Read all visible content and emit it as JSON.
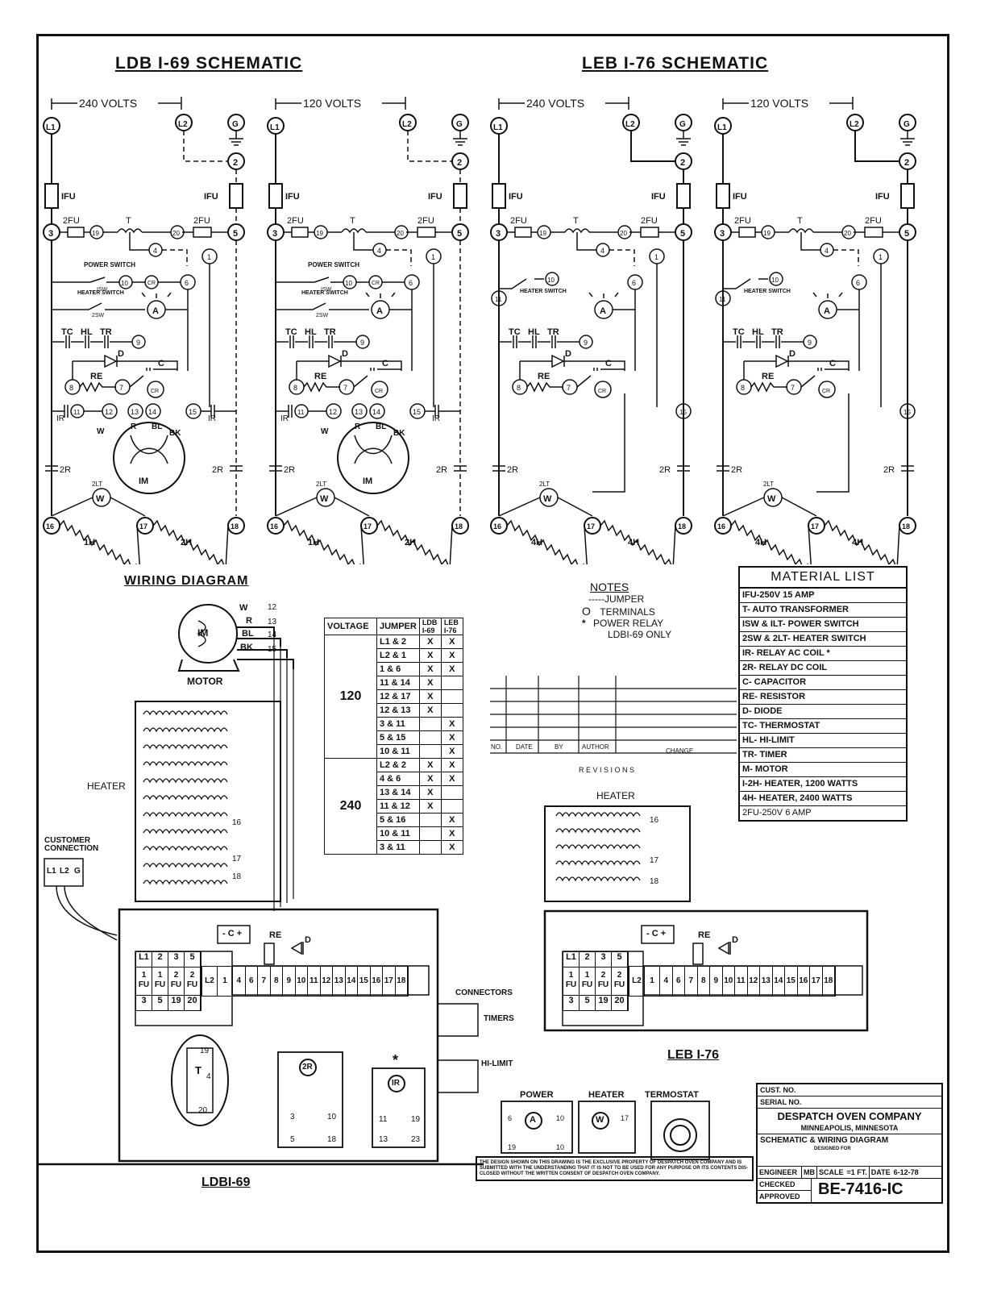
{
  "titles": {
    "ldb_schematic": "LDB I-69 SCHEMATIC",
    "leb_schematic": "LEB I-76 SCHEMATIC",
    "wiring_diagram": "WIRING DIAGRAM",
    "ldb_label": "LDBI-69",
    "leb_label": "LEB I-76"
  },
  "schematic_voltages": [
    "240 VOLTS",
    "120 VOLTS",
    "240 VOLTS",
    "120 VOLTS"
  ],
  "schematic_labels": {
    "l1": "L1",
    "l2": "L2",
    "g": "G",
    "ifu": "IFU",
    "twofu": "2FU",
    "t": "T",
    "power_switch": "POWER SWITCH",
    "heater_switch": "HEATER SWITCH",
    "isw": "ISW",
    "tsw": "2SW",
    "a": "A",
    "w": "W",
    "cr": "CR",
    "tc": "TC",
    "hl": "HL",
    "tr": "TR",
    "d": "D",
    "c": "C",
    "re": "RE",
    "ir": "IR",
    "im": "IM",
    "tr2": "2R",
    "tlt": "2LT",
    "h1": "1H",
    "h2": "2H",
    "h4": "4H",
    "wire_w": "W",
    "wire_r": "R",
    "wire_bl": "BL",
    "wire_bk": "BK"
  },
  "wiring": {
    "motor": "MOTOR",
    "im": "IM",
    "motor_wires": [
      {
        "color": "W",
        "num": "12"
      },
      {
        "color": "R",
        "num": "13"
      },
      {
        "color": "BL",
        "num": "14"
      },
      {
        "color": "BK",
        "num": "15"
      }
    ],
    "heater": "HEATER",
    "customer_connection": "CUSTOMER CONNECTION",
    "cust_terms": [
      "L1",
      "L2",
      "G"
    ],
    "connectors": "CONNECTORS",
    "timers": "TIMERS",
    "hi_limit": "HI-LIMIT",
    "power": "POWER",
    "heater_sw": "HEATER",
    "termostat": "TERMOSTAT",
    "heater_terms": [
      "16",
      "17",
      "18"
    ],
    "strip_top": [
      "L1",
      "2",
      "3",
      "5"
    ],
    "strip_mid": [
      "1 FU",
      "1 FU",
      "2 FU",
      "2 FU"
    ],
    "strip_bot": [
      "3",
      "5",
      "19",
      "20"
    ],
    "strip_terms": [
      "L2",
      "1",
      "4",
      "6",
      "7",
      "8",
      "9",
      "10",
      "11",
      "12",
      "13",
      "14",
      "15",
      "16",
      "17",
      "18"
    ],
    "relay_2r": "2R",
    "relay_ir": "IR",
    "relay_ir_star": "*",
    "relay_nums_2r": [
      "3",
      "10",
      "5",
      "18"
    ],
    "relay_nums_ir": [
      "11",
      "19",
      "13",
      "23"
    ],
    "xfmr_nums": [
      "19",
      "4",
      "20"
    ],
    "xfmr_t": "T",
    "comp_c": "- C +",
    "comp_re": "RE",
    "comp_d": "D",
    "sw_nums": [
      "6",
      "10",
      "19",
      "10",
      "17"
    ]
  },
  "jumper_table": {
    "headers": [
      "VOLTAGE",
      "JUMPER",
      "LDB I-69",
      "LEB I-76"
    ],
    "groups": [
      {
        "voltage": "120",
        "rows": [
          [
            "L1 & 2",
            "X",
            "X"
          ],
          [
            "L2 & 1",
            "X",
            "X"
          ],
          [
            "1 & 6",
            "X",
            "X"
          ],
          [
            "11 & 14",
            "X",
            ""
          ],
          [
            "12 & 17",
            "X",
            ""
          ],
          [
            "12 & 13",
            "X",
            ""
          ],
          [
            "3 & 11",
            "",
            "X"
          ],
          [
            "5 & 15",
            "",
            "X"
          ],
          [
            "10 & 11",
            "",
            "X"
          ]
        ]
      },
      {
        "voltage": "240",
        "rows": [
          [
            "L2 & 2",
            "X",
            "X"
          ],
          [
            "4 & 6",
            "X",
            "X"
          ],
          [
            "13 & 14",
            "X",
            ""
          ],
          [
            "11 & 12",
            "X",
            ""
          ],
          [
            "5 & 16",
            "",
            "X"
          ],
          [
            "10 & 11",
            "",
            "X"
          ],
          [
            "3 & 11",
            "",
            "X"
          ]
        ]
      }
    ]
  },
  "notes": {
    "title": "NOTES",
    "items": [
      "-----JUMPER",
      "TERMINALS",
      "POWER RELAY",
      "LDBI-69 ONLY"
    ],
    "terminal_symbol": "O",
    "star": "*"
  },
  "revisions": {
    "cols": [
      "NO.",
      "DATE",
      "BY",
      "AUTHOR",
      "CHANGE"
    ],
    "title": "R E V I S I O N S"
  },
  "material_list": {
    "title": "MATERIAL LIST",
    "items": [
      "IFU-250V 15 AMP",
      "T- AUTO TRANSFORMER",
      "ISW & ILT- POWER SWITCH",
      "2SW & 2LT- HEATER SWITCH",
      "IR- RELAY AC COIL *",
      "2R- RELAY DC COIL",
      "C- CAPACITOR",
      "RE- RESISTOR",
      "D- DIODE",
      "TC- THERMOSTAT",
      "HL- HI-LIMIT",
      "TR- TIMER",
      "M- MOTOR",
      "I-2H- HEATER, 1200 WATTS",
      "4H- HEATER, 2400 WATTS",
      "2FU-250V 6 AMP"
    ]
  },
  "title_block": {
    "cust_no": "CUST. NO.",
    "serial_no": "SERIAL NO.",
    "company": "DESPATCH OVEN COMPANY",
    "city": "MINNEAPOLIS, MINNESOTA",
    "title": "SCHEMATIC & WIRING DIAGRAM",
    "designed_for": "DESIGNED FOR",
    "engineer": "ENGINEER",
    "engineer_init": "MB",
    "scale": "SCALE",
    "scale_val": "=1 FT.",
    "date": "DATE",
    "date_val": "6-12-78",
    "checked": "CHECKED",
    "approved": "APPROVED",
    "drawing_no": "BE-7416-IC",
    "legal": "THE DESIGN SHOWN ON THIS DRAWING IS THE EXCLUSIVE PROPERTY OF DESPATCH OVEN COMPANY AND IS SUBMITTED WITH THE UNDERSTANDING THAT IT IS NOT TO BE USED FOR ANY PURPOSE OR ITS CONTENTS DIS-CLOSED WITHOUT THE WRITTEN CONSENT OF DESPATCH OVEN COMPANY."
  }
}
